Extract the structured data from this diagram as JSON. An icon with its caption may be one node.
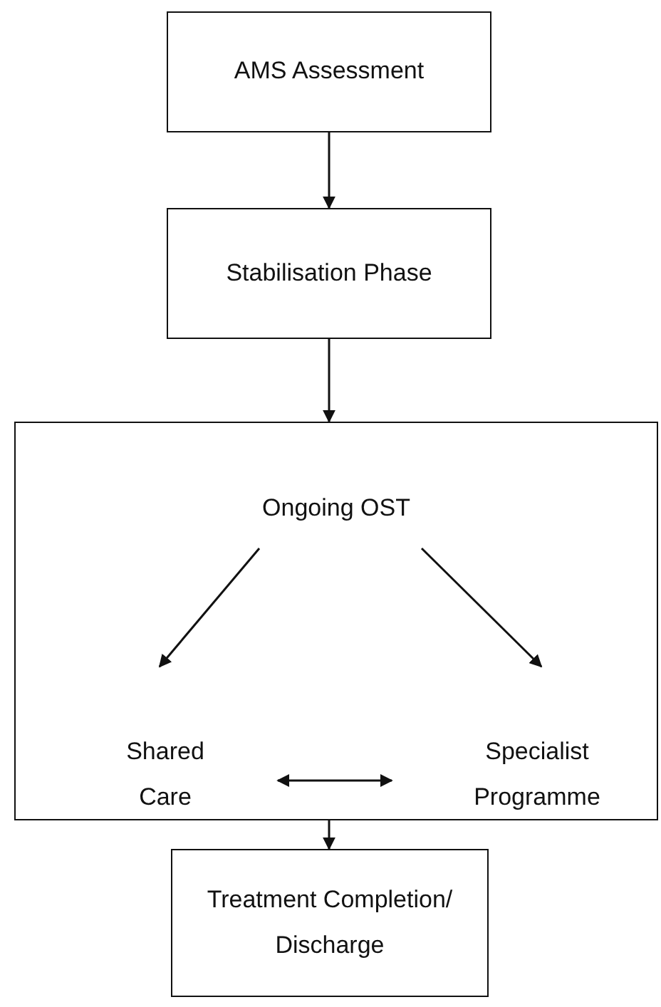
{
  "diagram": {
    "nodes": [
      {
        "text": [
          "AMS Assessment"
        ]
      },
      {
        "text": [
          "Stabilisation Phase"
        ]
      },
      {
        "text": [],
        "shape": "box"
      },
      {
        "text": [
          "Ongoing OST"
        ],
        "in": 2
      },
      {
        "text": [
          "Shared Care"
        ],
        "in": 2
      },
      {
        "text": [
          "Specialist Programme"
        ],
        "in": 2
      },
      {
        "text": [
          "Treatment Completion/ Discharge"
        ]
      }
    ],
    "edges": [
      {
        "from": 0,
        "to": 1,
        "arrow": "to"
      },
      {
        "from": 1,
        "to": 2,
        "arrow": "to"
      },
      {
        "from": 3,
        "to": 4,
        "arrow": "to"
      },
      {
        "from": 3,
        "to": 5,
        "arrow": "to"
      },
      {
        "from": 4,
        "to": 5,
        "arrow": "both"
      },
      {
        "from": 2,
        "to": 6,
        "arrow": "to"
      }
    ]
  }
}
